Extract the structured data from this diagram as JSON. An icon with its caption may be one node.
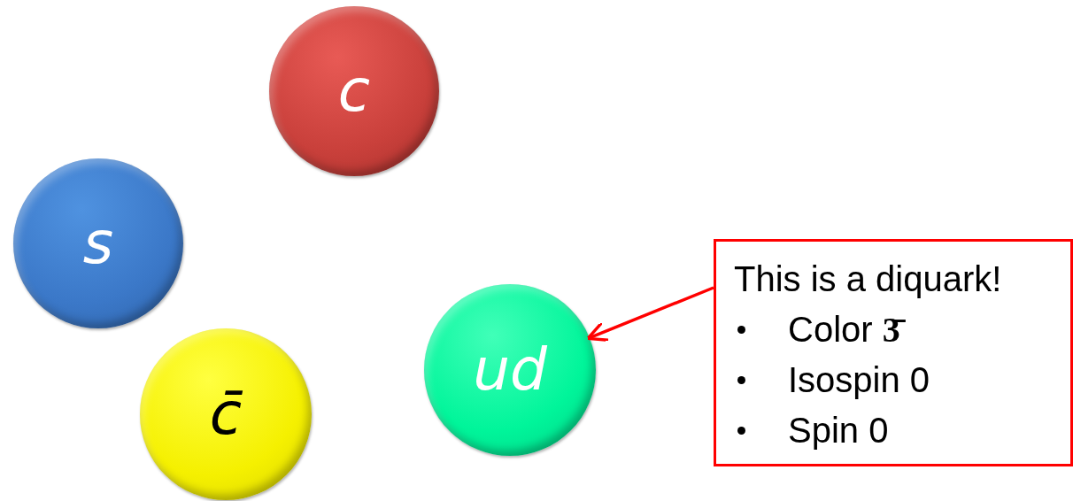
{
  "diagram": {
    "nodes": [
      {
        "text": [
          "c"
        ]
      },
      {
        "text": [
          "s"
        ]
      },
      {
        "text": [
          "c̄"
        ]
      },
      {
        "text": [
          "ud"
        ]
      },
      {
        "text": [
          "This is a diquark!",
          "Color **3̄**",
          "Isospin 0",
          "Spin 0"
        ]
      }
    ],
    "edges": [
      {
        "from": 4,
        "to": 3,
        "arrow": "to",
        "color": "#ff0000"
      }
    ]
  }
}
